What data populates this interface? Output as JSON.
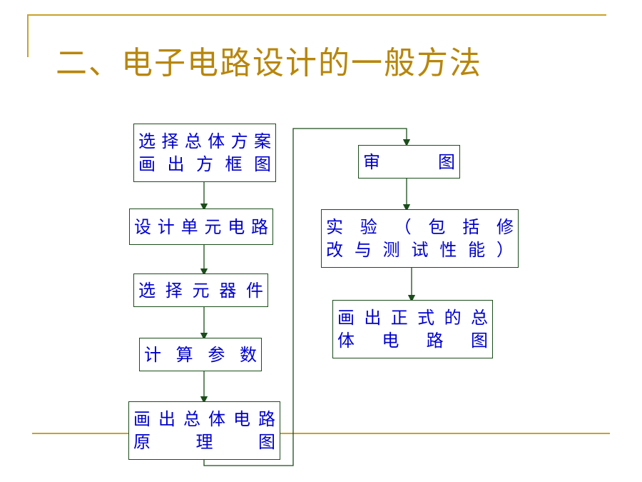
{
  "title": "二、电子电路设计的一般方法",
  "colors": {
    "title": "#b8860b",
    "rule": "#c9a227",
    "box_text": "#0000cc",
    "box_border": "#1a4d1a"
  },
  "steps": [
    {
      "lines": [
        "选择总体方案",
        "画出方框图"
      ]
    },
    {
      "lines": [
        "设计单元电路"
      ]
    },
    {
      "lines": [
        "选择元器件"
      ]
    },
    {
      "lines": [
        "计算参数"
      ]
    },
    {
      "lines": [
        "画出总体电路",
        "原理图"
      ]
    },
    {
      "lines": [
        "审图"
      ]
    },
    {
      "lines": [
        "实验（包括修",
        "改与测试性能）"
      ]
    },
    {
      "lines": [
        "画出正式的总",
        "体电路图"
      ]
    }
  ]
}
